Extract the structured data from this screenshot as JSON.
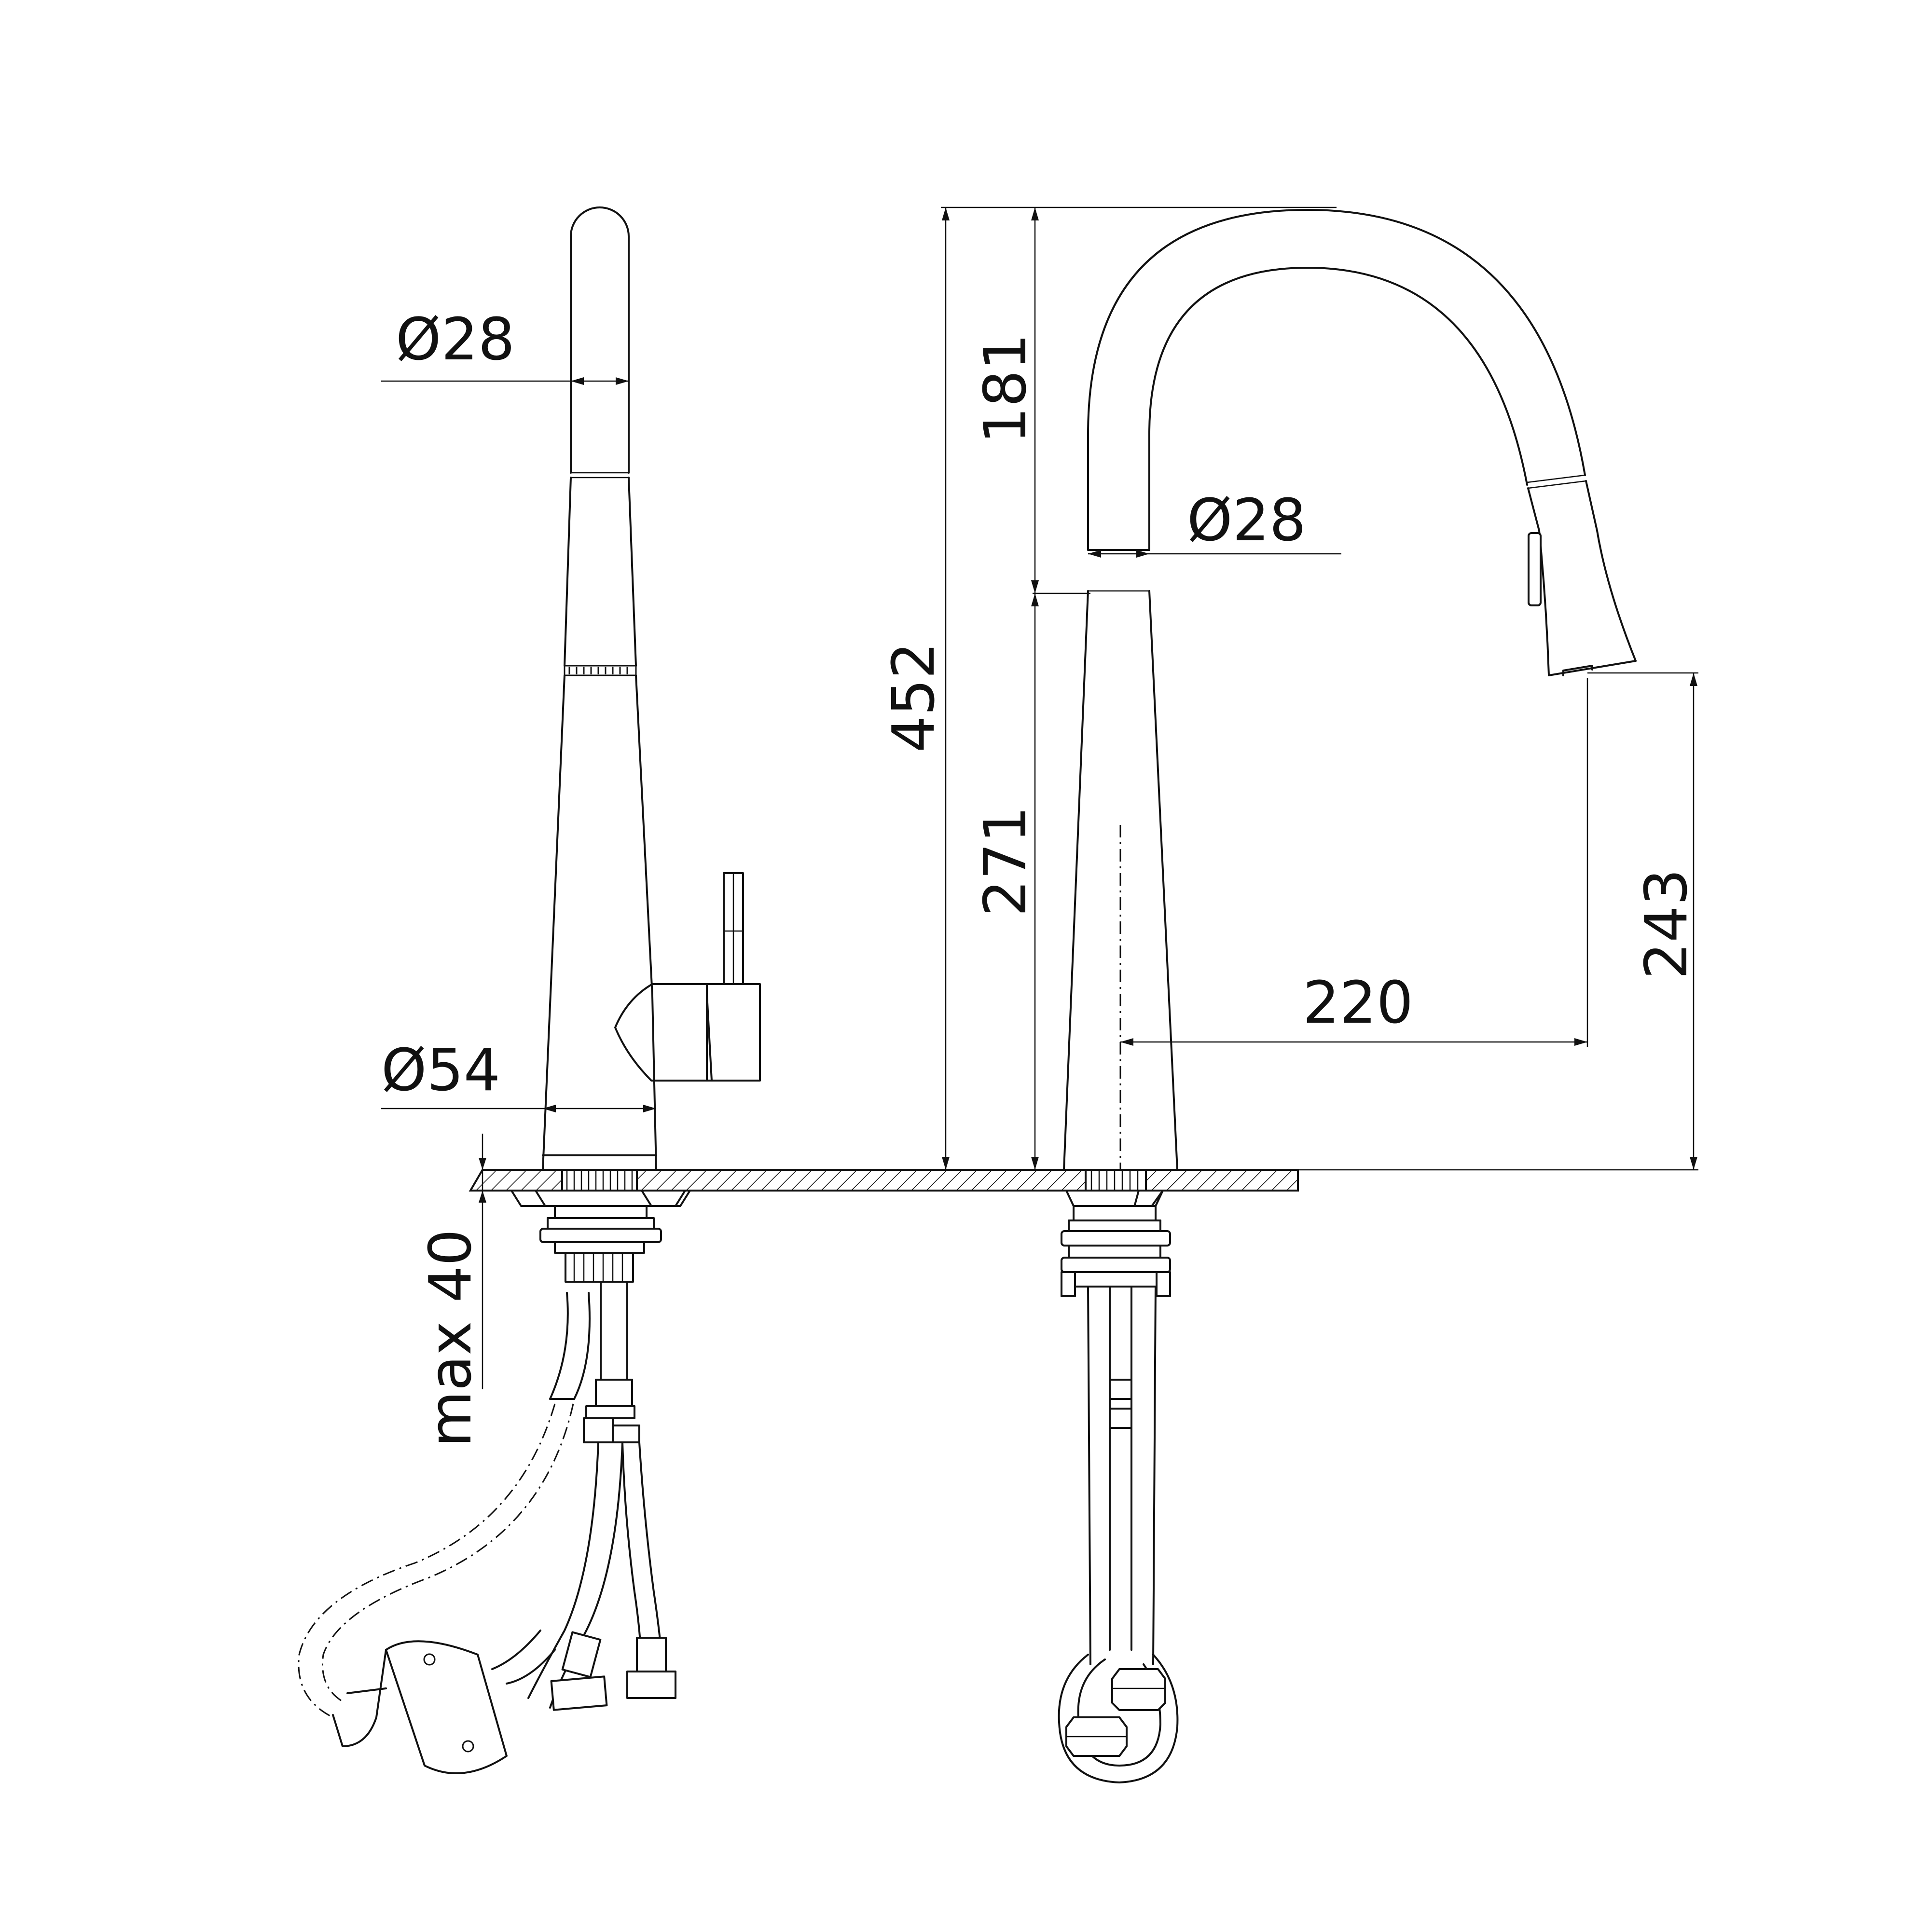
{
  "dimensions": {
    "side_spout_diameter": "Ø28",
    "base_diameter": "Ø54",
    "max_deck_thickness": "max 40",
    "total_height": "452",
    "upper_height": "181",
    "lower_height": "271",
    "front_spout_diameter": "Ø28",
    "spout_reach": "220",
    "spout_outlet_height": "243"
  }
}
